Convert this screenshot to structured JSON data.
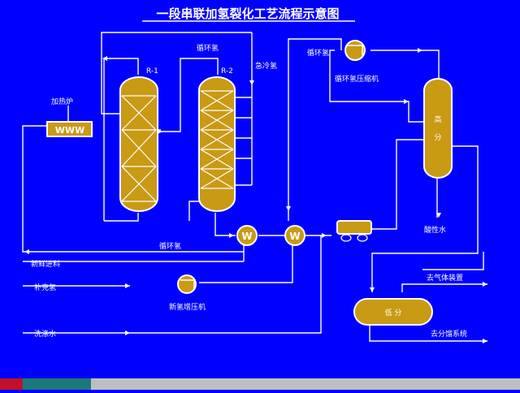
{
  "title": "一段串联加氢裂化工艺流程示意图",
  "colors": {
    "background": "#0000ff",
    "vessel": "#c99a14",
    "line": "#ffffff"
  },
  "labels": {
    "heater": "加热炉",
    "heater_mark": "WWW",
    "r1": "R-1",
    "r2": "R-2",
    "recycle_h2_top": "循环氢",
    "quench_h2": "急冷氢",
    "recycle_h2_right": "循环氢",
    "recycle_compressor": "循环氢压缩机",
    "hp_sep_1": "高",
    "hp_sep_2": "分",
    "sour_water": "酸性水",
    "recycle_h2_bottom": "循环氢",
    "fresh_feed": "新鲜进料",
    "makeup_h2": "补充氢",
    "makeup_compressor": "新氢增压机",
    "wash_water": "洗涤水",
    "gas_unit": "去气体装置",
    "lp_sep": "低 分",
    "fractionation": "去分馏系统",
    "exchanger_mark": "W"
  }
}
